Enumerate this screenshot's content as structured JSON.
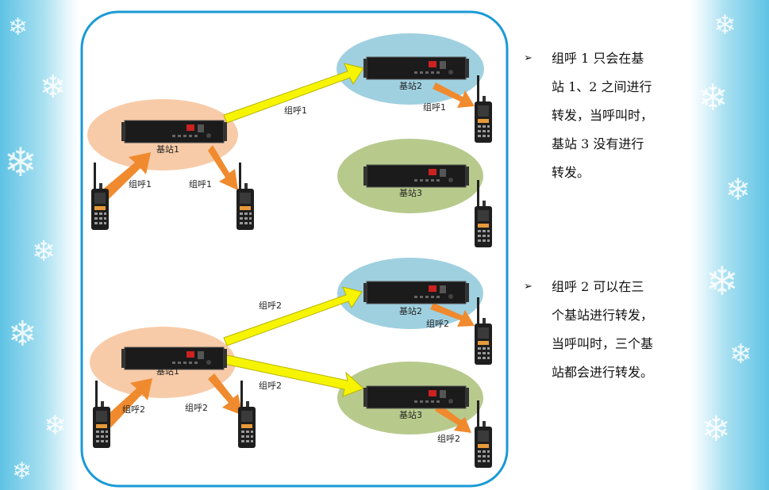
{
  "colors": {
    "frame": "#1a9ad6",
    "cell1": "#f8cba8",
    "cell2": "#9fd0e0",
    "cell3": "#b7ca8c",
    "yellow_arrow": "#f6f400",
    "orange_arrow": "#f08a2e"
  },
  "top_diagram": {
    "stations": [
      "基站1",
      "基站2",
      "基站3"
    ],
    "labels": {
      "inter_link": "组呼1",
      "uplink": "组呼1",
      "downlink1": "组呼1",
      "downlink2": "组呼1"
    }
  },
  "bottom_diagram": {
    "stations": [
      "基站1",
      "基站2",
      "基站3"
    ],
    "labels": {
      "link_to_2": "组呼2",
      "link_to_3": "组呼2",
      "uplink": "组呼2",
      "downlink1": "组呼2",
      "downlink2": "组呼2",
      "downlink3": "组呼2"
    }
  },
  "notes": [
    {
      "bullet": "➢",
      "lines": [
        "组呼 1 只会在基",
        "站 1、2 之间进行",
        "转发，当呼叫时，",
        "基站 3 没有进行",
        "转发。"
      ]
    },
    {
      "bullet": "➢",
      "lines": [
        "组呼 2 可以在三",
        "个基站进行转发，",
        "当呼叫时，三个基",
        "站都会进行转发。"
      ]
    }
  ]
}
